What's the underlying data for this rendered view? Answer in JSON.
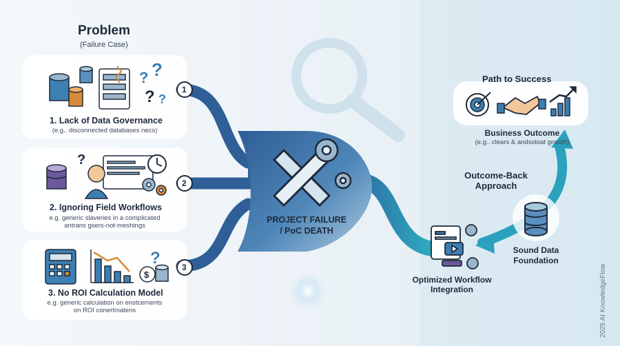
{
  "problem": {
    "title": "Problem",
    "subtitle": "(Failure Case)"
  },
  "cards": [
    {
      "number": "1",
      "title": "1. Lack of Data Governance",
      "sub": [
        "(e.g.. disconnected databases necs)"
      ]
    },
    {
      "number": "2",
      "title": "2. Ignoring Field Workflows",
      "sub": [
        "e.g. generic slaveries in a complicated",
        "antrans gsers-not-meshings"
      ]
    },
    {
      "number": "3",
      "title": "3. No ROI Calculation Model",
      "sub": [
        "e.g. generic calculation on enstcements",
        "on ROI conertmatens"
      ]
    }
  ],
  "center": {
    "line1": "PROJECT FAILURE",
    "line2": "/ PoC DEATH"
  },
  "success": {
    "title": "Path to Success",
    "outcome_title": "Business Outcome",
    "outcome_sub": "(e.g.. clears & andsstoat growth)"
  },
  "approach": {
    "line1": "Outcome-Back",
    "line2": "Approach"
  },
  "foundation": {
    "line1": "Sound Data",
    "line2": "Foundation"
  },
  "workflow": {
    "line1": "Optimized Workflow",
    "line2": "Integration"
  },
  "watermark": "2025 AI KnowledgeFlow",
  "colors": {
    "navy": "#2f5f96",
    "teal": "#2a9fb5",
    "dark": "#1e2a3a",
    "accent": "#3d7fb0"
  }
}
